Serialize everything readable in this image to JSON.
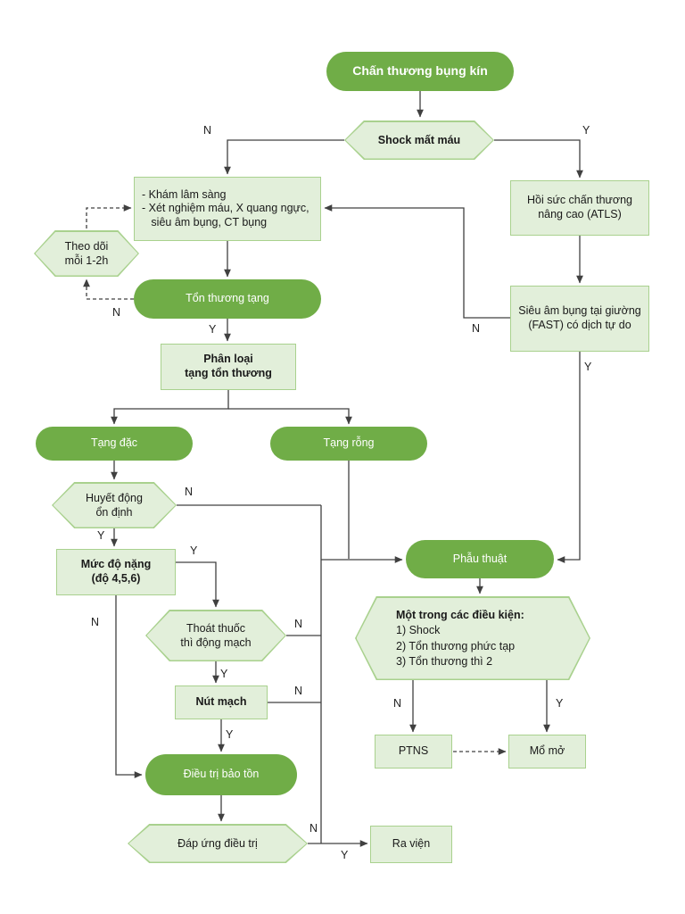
{
  "colors": {
    "node_dark_green": "#70ad47",
    "node_light_fill": "#e2efda",
    "node_light_border": "#a9d18e",
    "arrow": "#404040"
  },
  "labels": {
    "yes": "Y",
    "no": "N"
  },
  "nodes": {
    "start": "Chấn thương bụng kín",
    "shock": "Shock mất máu",
    "exam": "- Khám lâm sàng\n- Xét nghiệm máu, X quang ngực,\n   siêu âm bụng, CT bụng",
    "atls": "Hồi sức chấn thương\nnâng cao (ATLS)",
    "fast": "Siêu âm bụng tại giường\n(FAST) có dịch tự do",
    "monitor": "Theo dõi\nmỗi 1-2h",
    "organ_injury": "Tổn thương tạng",
    "classify": "Phân loại\ntạng tổn thương",
    "solid": "Tạng đặc",
    "hollow": "Tạng rỗng",
    "hemodynamic": "Huyết động\nổn định",
    "severity": "Mức độ nặng\n(độ 4,5,6)",
    "extravasation": "Thoát thuốc\nthì động mạch",
    "embolization": "Nút mạch",
    "conservative": "Điều trị bảo tồn",
    "response": "Đáp ứng điều trị",
    "discharge": "Ra viện",
    "surgery": "Phẫu thuật",
    "conditions": {
      "title": "Một trong các điều kiện:",
      "items": [
        "1) Shock",
        "2) Tổn thương phức tạp",
        "3) Tổn thương thì 2"
      ]
    },
    "ptns": "PTNS",
    "open_surgery": "Mổ mở"
  }
}
